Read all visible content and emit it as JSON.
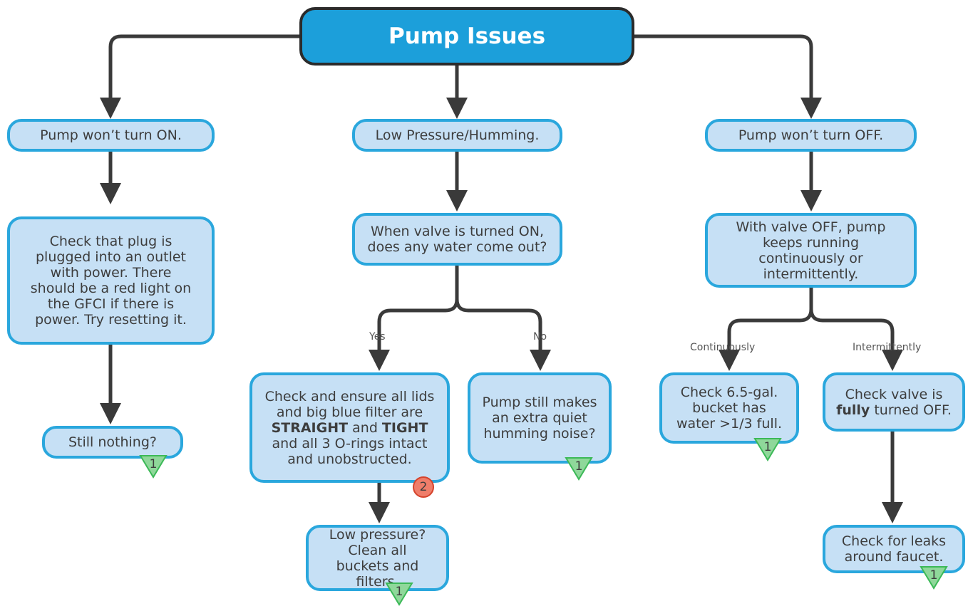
{
  "title": "Pump Issues",
  "branches": {
    "left": {
      "header": "Pump won’t turn ON.",
      "check": "Check that plug is plugged into an outlet with power. There should be a red light on the GFCI if there is power. Try resetting it.",
      "end": "Still nothing?",
      "end_badge": "1"
    },
    "middle": {
      "header": "Low Pressure/Humming.",
      "question": "When valve is turned ON, does any water come out?",
      "yes_label": "Yes",
      "no_label": "No",
      "yes_check": {
        "pre": "Check and ensure all lids and big blue filter are ",
        "strong1": "STRAIGHT",
        "mid": " and ",
        "strong2": "TIGHT",
        "post": " and all 3 O-rings intact and unobstructed.",
        "badge": "2"
      },
      "yes_next": "Low pressure? Clean all buckets and filters.",
      "yes_next_badge": "1",
      "no_check": "Pump still makes an extra quiet humming noise?",
      "no_check_badge": "1"
    },
    "right": {
      "header": "Pump won’t turn OFF.",
      "question": "With valve OFF, pump keeps running continuously or intermittently.",
      "cont_label": "Continuously",
      "inter_label": "Intermittently",
      "cont_check": "Check 6.5-gal. bucket has water >1/3 full.",
      "cont_badge": "1",
      "inter_check": {
        "pre": "Check valve is ",
        "strong": "fully",
        "post": " turned OFF."
      },
      "inter_next": "Check for leaks around faucet.",
      "inter_next_badge": "1"
    }
  },
  "colors": {
    "node_fill": "#c6e0f5",
    "node_border": "#2aa7dd",
    "title_fill": "#1c9fda",
    "connector": "#3a3a3a",
    "badge_triangle": "#8fd89a",
    "badge_circle": "#ef7d6a"
  }
}
